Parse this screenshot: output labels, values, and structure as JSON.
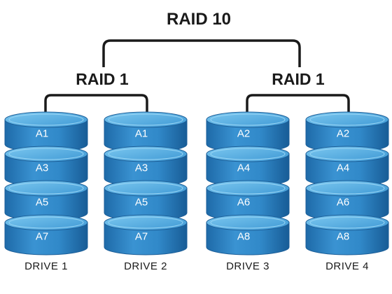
{
  "title": "RAID 10",
  "groups": [
    {
      "label": "RAID 1"
    },
    {
      "label": "RAID 1"
    }
  ],
  "drives": [
    {
      "name": "DRIVE 1",
      "blocks": [
        "A1",
        "A3",
        "A5",
        "A7"
      ]
    },
    {
      "name": "DRIVE 2",
      "blocks": [
        "A1",
        "A3",
        "A5",
        "A7"
      ]
    },
    {
      "name": "DRIVE 3",
      "blocks": [
        "A2",
        "A4",
        "A6",
        "A8"
      ]
    },
    {
      "name": "DRIVE 4",
      "blocks": [
        "A2",
        "A4",
        "A6",
        "A8"
      ]
    }
  ],
  "colors": {
    "disk_top": "#5fb6e6",
    "disk_side": "#2b7cbf",
    "disk_dark": "#1b5e98",
    "connector": "#1a1a1a"
  }
}
